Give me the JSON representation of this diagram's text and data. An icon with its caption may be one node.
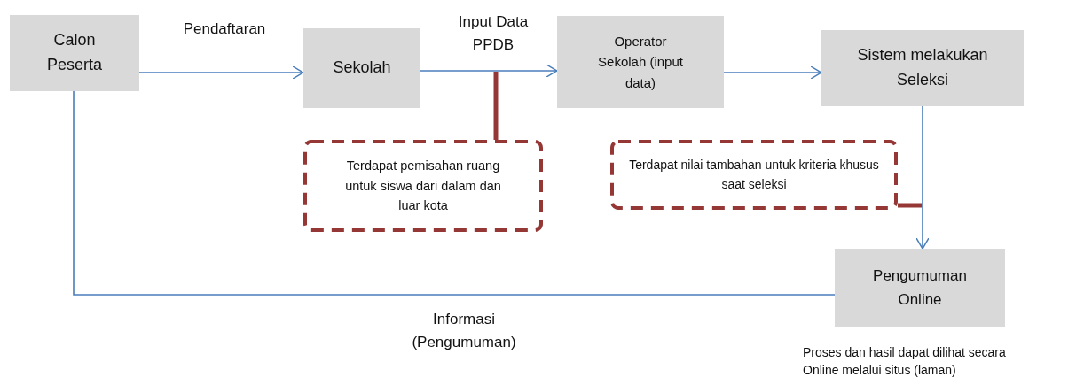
{
  "diagram": {
    "nodes": [
      {
        "text": [
          "Calon Peserta"
        ]
      },
      {
        "text": [
          "Sekolah"
        ]
      },
      {
        "text": [
          "Operator Sekolah (input data)"
        ]
      },
      {
        "text": [
          "Sistem melakukan Seleksi"
        ]
      },
      {
        "text": [
          "Terdapat pemisahan ruang untuk siswa dari dalam dan luar kota"
        ]
      },
      {
        "text": [
          "Terdapat nilai tambahan untuk kriteria khusus saat seleksi"
        ]
      },
      {
        "text": [
          "Pengumuman Online"
        ],
        "beside": [
          "Proses dan hasil dapat dilihat secara Online melalui situs (laman)"
        ]
      }
    ],
    "edges": [
      {
        "from": 0,
        "to": 1,
        "arrow": "to",
        "label": "Pendaftaran"
      },
      {
        "from": 1,
        "to": 2,
        "arrow": "to",
        "label": "Input Data PPDB"
      },
      {
        "from": 2,
        "to": 3,
        "arrow": "to"
      },
      {
        "from": 3,
        "to": 6,
        "arrow": "to"
      },
      {
        "from": 6,
        "to": 0,
        "arrow": "none",
        "label": "Informasi (Pengumuman)"
      },
      {
        "from": 4,
        "to": null,
        "arrow": "none",
        "style": "thick",
        "color": "#953735"
      },
      {
        "from": 5,
        "to": null,
        "arrow": "none",
        "style": "thick",
        "color": "#953735"
      }
    ]
  }
}
